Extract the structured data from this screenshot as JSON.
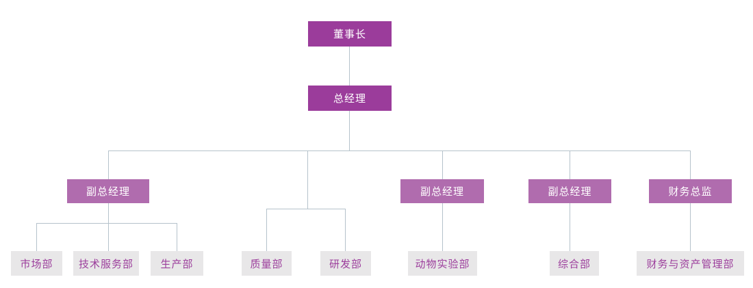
{
  "page": {
    "background": "#ffffff"
  },
  "colors": {
    "level1_box_bg": "#9B3C9B",
    "level3_box_bg": "#B06CAE",
    "dept_box_bg": "#E8E7E8",
    "dept_box_text": "#9C3E9C",
    "executive_box_text": "#FFFFFF",
    "connector_line": "#B5C2CB"
  },
  "org_chart": {
    "type": "org-chart",
    "nodes": {
      "chairman": {
        "label": "董事长",
        "level": 1
      },
      "general_manager": {
        "label": "总经理",
        "level": 2,
        "reports_to": "chairman"
      },
      "deputy_gm_1": {
        "label": "副总经理",
        "level": 3,
        "reports_to": "general_manager"
      },
      "deputy_gm_2": {
        "label": "副总经理",
        "level": 3,
        "reports_to": "general_manager"
      },
      "deputy_gm_3": {
        "label": "副总经理",
        "level": 3,
        "reports_to": "general_manager"
      },
      "finance_director": {
        "label": "财务总监",
        "level": 3,
        "reports_to": "general_manager"
      },
      "marketing": {
        "label": "市场部",
        "level": 4,
        "reports_to": "deputy_gm_1"
      },
      "tech_service": {
        "label": "技术服务部",
        "level": 4,
        "reports_to": "deputy_gm_1"
      },
      "production": {
        "label": "生产部",
        "level": 4,
        "reports_to": "deputy_gm_1"
      },
      "quality": {
        "label": "质量部",
        "level": 4,
        "reports_to": "general_manager"
      },
      "rnd": {
        "label": "研发部",
        "level": 4,
        "reports_to": "general_manager"
      },
      "animal_lab": {
        "label": "动物实验部",
        "level": 4,
        "reports_to": "deputy_gm_2"
      },
      "general_affairs": {
        "label": "综合部",
        "level": 4,
        "reports_to": "deputy_gm_3"
      },
      "finance_asset": {
        "label": "财务与资产管理部",
        "level": 4,
        "reports_to": "finance_director"
      }
    }
  }
}
